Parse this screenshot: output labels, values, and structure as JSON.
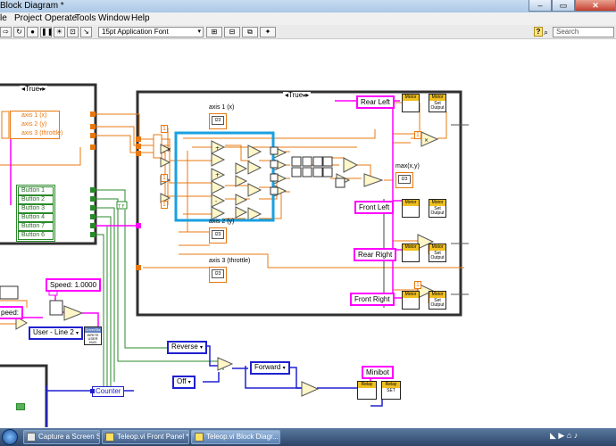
{
  "window": {
    "title": "Block Diagram *",
    "min_glyph": "–",
    "max_glyph": "▭",
    "close_glyph": "✕"
  },
  "menu": [
    "le",
    "Project",
    "Operate",
    "Tools",
    "Window",
    "Help"
  ],
  "toolbar": {
    "font_name": "15pt Application Font",
    "search_placeholder": "Search",
    "help_glyph": "?"
  },
  "diagram": {
    "case_left_selector": "True",
    "case_main_selector": "True",
    "axis_cluster": [
      "axis 1 (x)",
      "axis 2 (y)",
      "axis 3 (throttle)"
    ],
    "buttons": [
      "Button 1",
      "Button 2",
      "Button 3",
      "Button 4",
      "Button 7",
      "Button 6"
    ],
    "axis_labels": {
      "axis1": "axis 1 (x)",
      "axis2": "axis 2 (y)",
      "axis3": "axis 3 (throttle)",
      "max": "max(x,y)"
    },
    "indicator_text": "I23",
    "motor_labels": [
      "Rear Left",
      "Front Left",
      "Rear Right",
      "Front Right"
    ],
    "motor_vi": {
      "header": "Motor",
      "set_header": "Motor",
      "set_body": "Set Output"
    },
    "numeric_constants": [
      "1",
      "1",
      "1",
      "1",
      "1"
    ],
    "speed_label": "Speed: 1.0000",
    "speed_partial": "peed:",
    "user_line": "User - Line 2",
    "write_vi": "WRITE USER HUD",
    "write_vi_header": "DriverSta",
    "reverse": "Reverse",
    "off": "Off",
    "forward": "Forward",
    "counter": "Counter",
    "minibot": "Minibot",
    "relay_header": "Relay",
    "relay_set": "SET",
    "tf_const": "T F"
  },
  "taskbar": {
    "items": [
      "Capture a Screen Sh...",
      "Teleop.vi Front Panel *",
      "Teleop.vi Block Diagr..."
    ],
    "tray_text": "◣ ▶ ⌂ ♪"
  },
  "colors": {
    "orange_wire": "#e87810",
    "green_wire": "#2a8a2a",
    "pink_wire": "#ff00ff",
    "blue_wire": "#2020d0",
    "selection": "#1aa0e0",
    "case_border": "#303030"
  }
}
